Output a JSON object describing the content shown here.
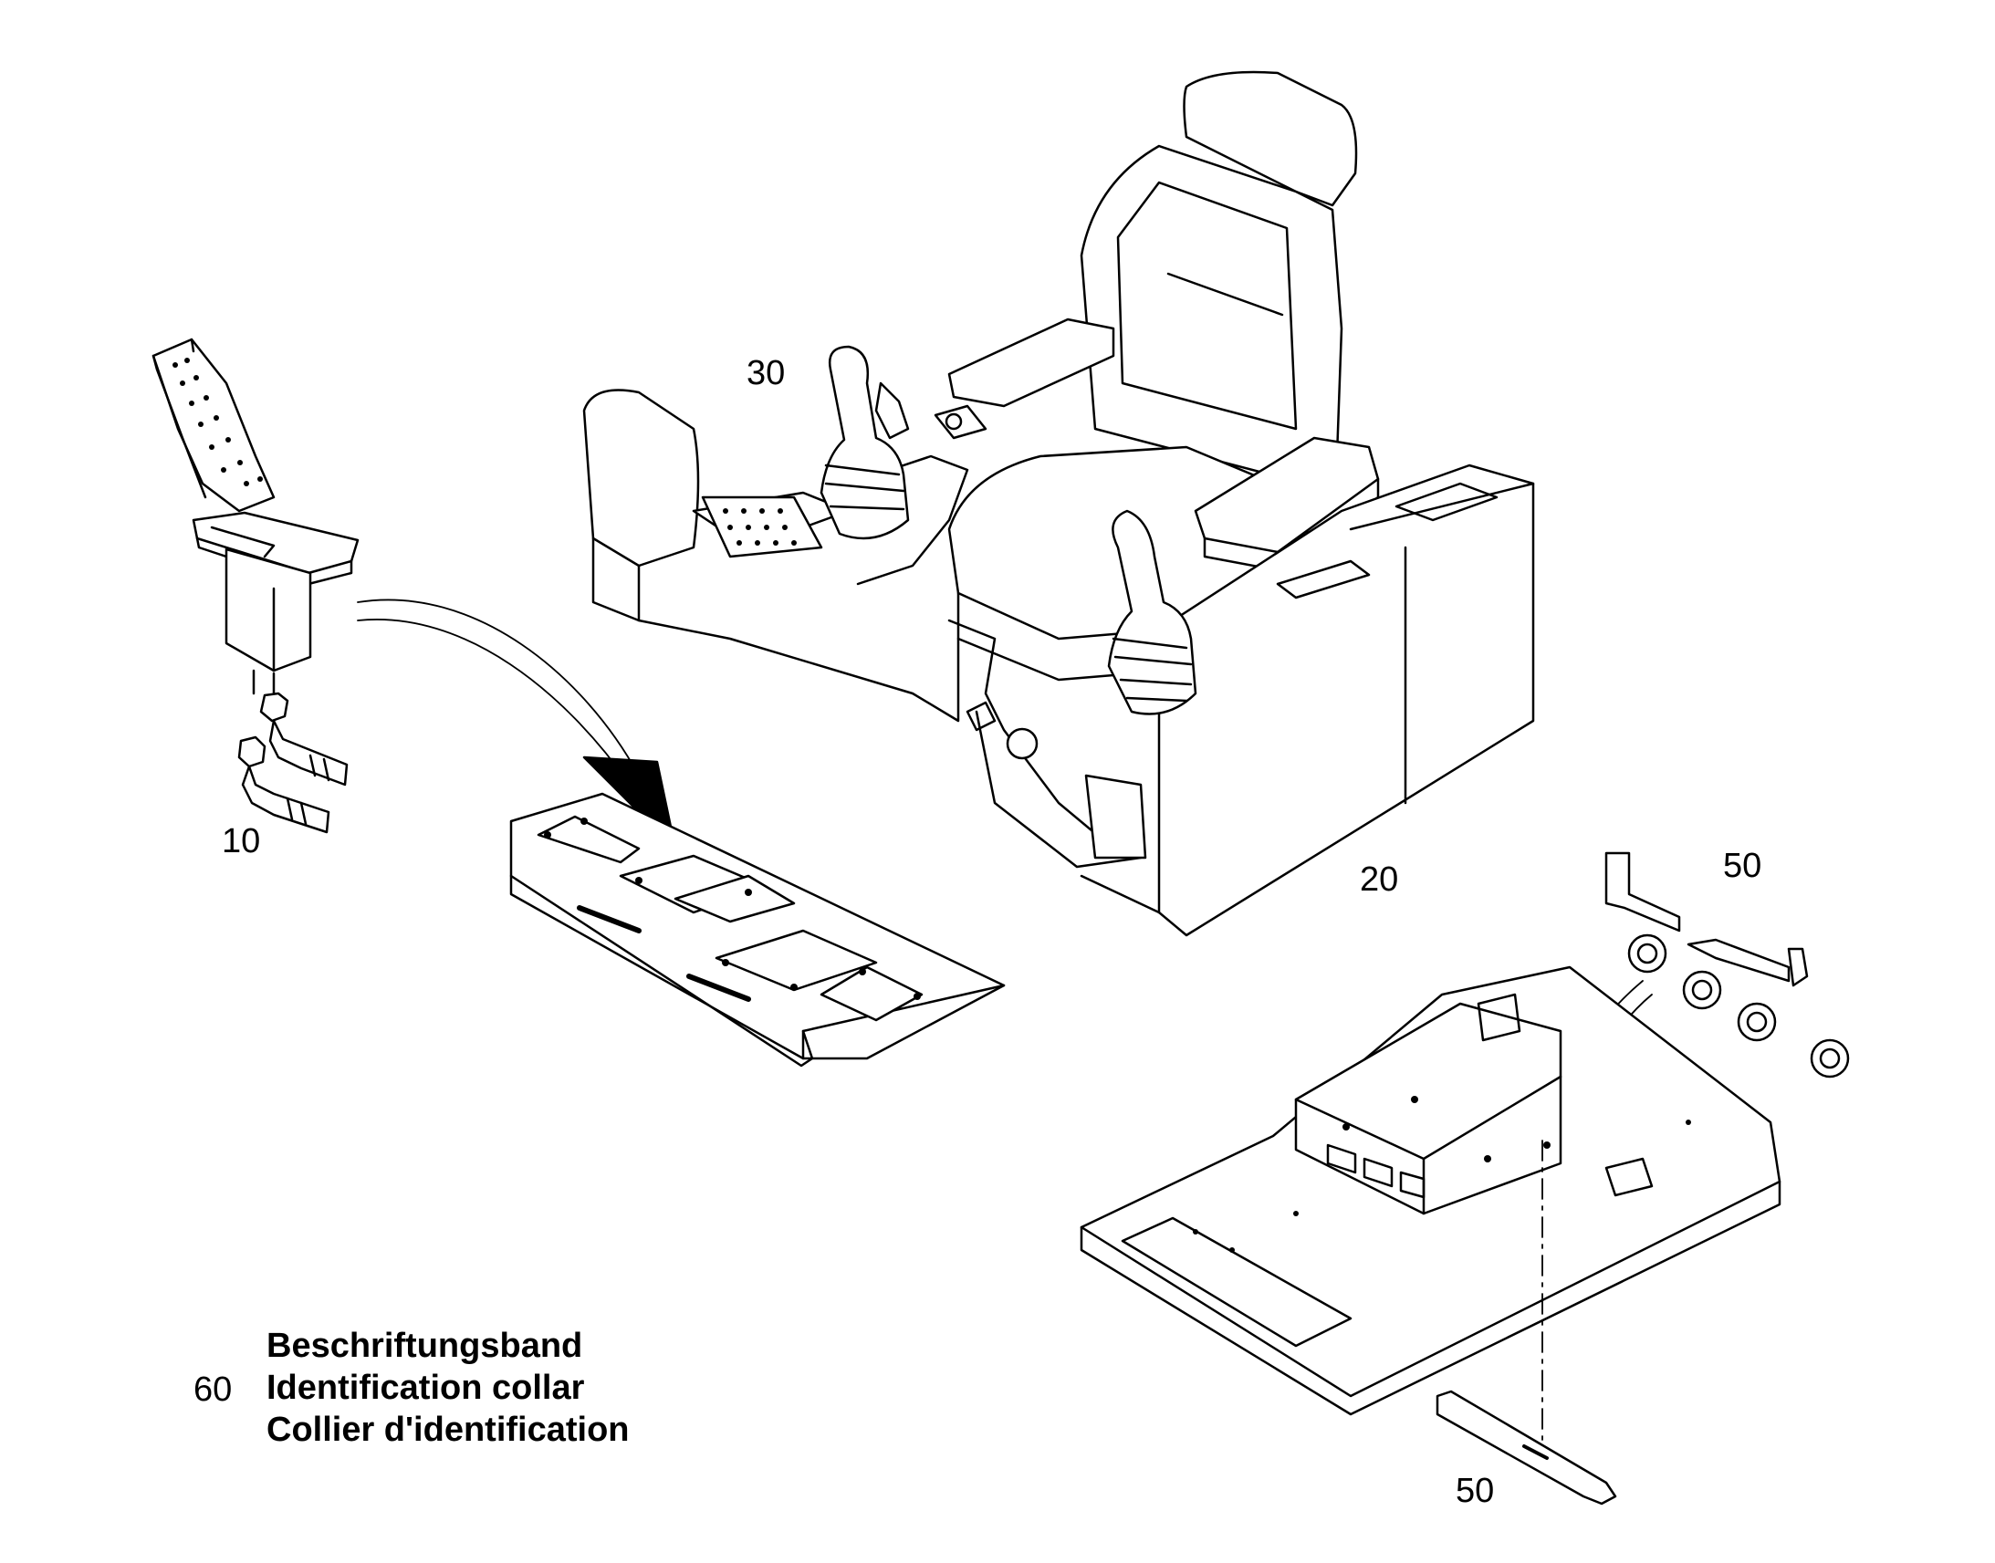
{
  "callouts": {
    "c10": "10",
    "c20": "20",
    "c30": "30",
    "c50_top": "50",
    "c50_bottom": "50"
  },
  "legend": {
    "number": "60",
    "de": "Beschriftungsband",
    "en": "Identification collar",
    "fr": "Collier d'identification"
  }
}
